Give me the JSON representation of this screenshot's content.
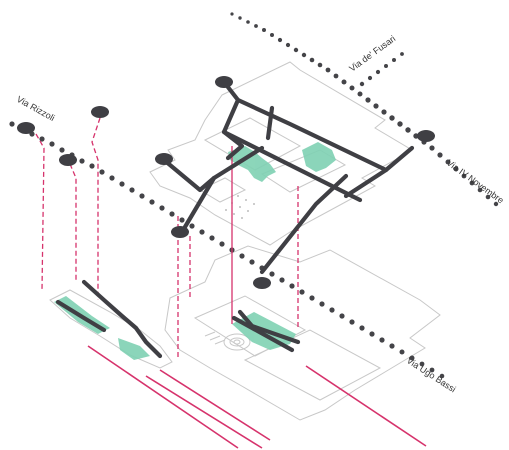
{
  "streets": {
    "via_fusari": "Via de' Fusari",
    "via_rizzoli": "Via Rizzoli",
    "via_iv_novembre": "Via IV Novembre",
    "via_ugo_bassi": "Via Ugo Bassi"
  },
  "colors": {
    "path": "#3f3f44",
    "accent": "#d6336c",
    "green": "#7fd1b3",
    "outline": "#c8c8c8",
    "dot": "#444448"
  }
}
